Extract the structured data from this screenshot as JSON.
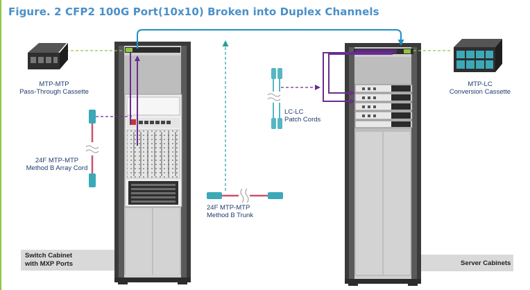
{
  "title": "Figure. 2 CFP2 100G Port(10x10) Broken into Duplex Channels",
  "labels": {
    "mtp_mtp_line1": "MTP-MTP",
    "mtp_mtp_line2": "Pass-Through Cassette",
    "array_cord_line1": "24F MTP-MTP",
    "array_cord_line2": "Method B Array Cord",
    "lc_lc_line1": "LC-LC",
    "lc_lc_line2": "Patch Cords",
    "trunk_line1": "24F MTP-MTP",
    "trunk_line2": "Method B Trunk",
    "mtp_lc_line1": "MTP-LC",
    "mtp_lc_line2": "Conversion Cassette",
    "switch_cabinet_line1": "Switch Cabinet",
    "switch_cabinet_line2": "with MXP Ports",
    "server_cabinets": "Server Cabinets"
  },
  "colors": {
    "title": "#4a90c8",
    "border": "#8dc63f",
    "trunk_line": "#1f8fc4",
    "purple_fiber": "#6a2c91",
    "green_dash": "#8dc63f",
    "teal_dash": "#2a9d9b",
    "aqua_cord": "#55b7c2",
    "magenta_cord": "#d0506e",
    "label_text": "#1f3b6e",
    "cabinet_label_bg": "#d9d9d9"
  }
}
